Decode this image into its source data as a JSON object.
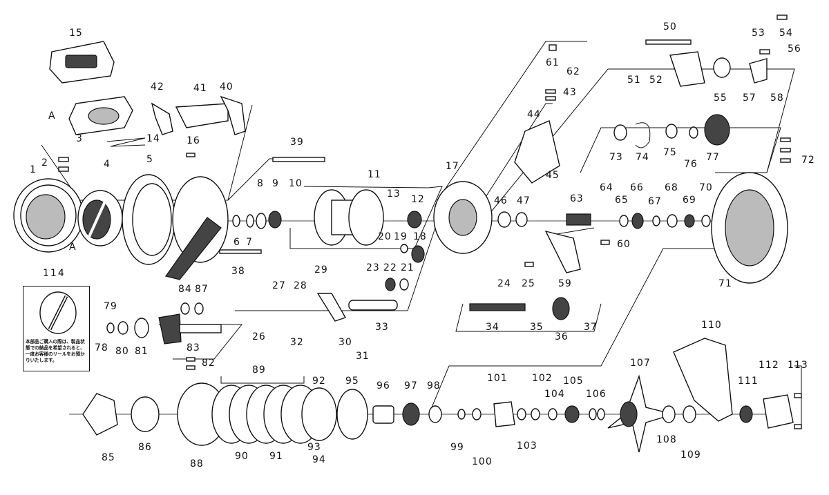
{
  "diagram": {
    "callouts": {
      "A": "A"
    },
    "note": {
      "part_number": "114",
      "text": "本部品ご購入の際は、製品状態での納品を希望されると、一度お客様のリールをお預かりいたします。"
    },
    "labels": [
      "1",
      "2",
      "3",
      "4",
      "5",
      "6",
      "7",
      "8",
      "9",
      "10",
      "11",
      "12",
      "13",
      "14",
      "15",
      "16",
      "17",
      "18",
      "19",
      "20",
      "21",
      "22",
      "23",
      "24",
      "25",
      "26",
      "27",
      "28",
      "29",
      "30",
      "31",
      "32",
      "33",
      "34",
      "35",
      "36",
      "37",
      "38",
      "39",
      "40",
      "41",
      "42",
      "43",
      "44",
      "45",
      "46",
      "47",
      "50",
      "51",
      "52",
      "53",
      "54",
      "55",
      "56",
      "57",
      "58",
      "59",
      "60",
      "61",
      "62",
      "63",
      "64",
      "65",
      "66",
      "67",
      "68",
      "69",
      "70",
      "71",
      "72",
      "73",
      "74",
      "75",
      "76",
      "77",
      "78",
      "79",
      "80",
      "81",
      "82",
      "83",
      "84",
      "85",
      "86",
      "87",
      "88",
      "89",
      "90",
      "91",
      "92",
      "93",
      "94",
      "95",
      "96",
      "97",
      "98",
      "99",
      "100",
      "101",
      "102",
      "103",
      "104",
      "105",
      "106",
      "107",
      "108",
      "109",
      "110",
      "111",
      "112",
      "113"
    ]
  }
}
